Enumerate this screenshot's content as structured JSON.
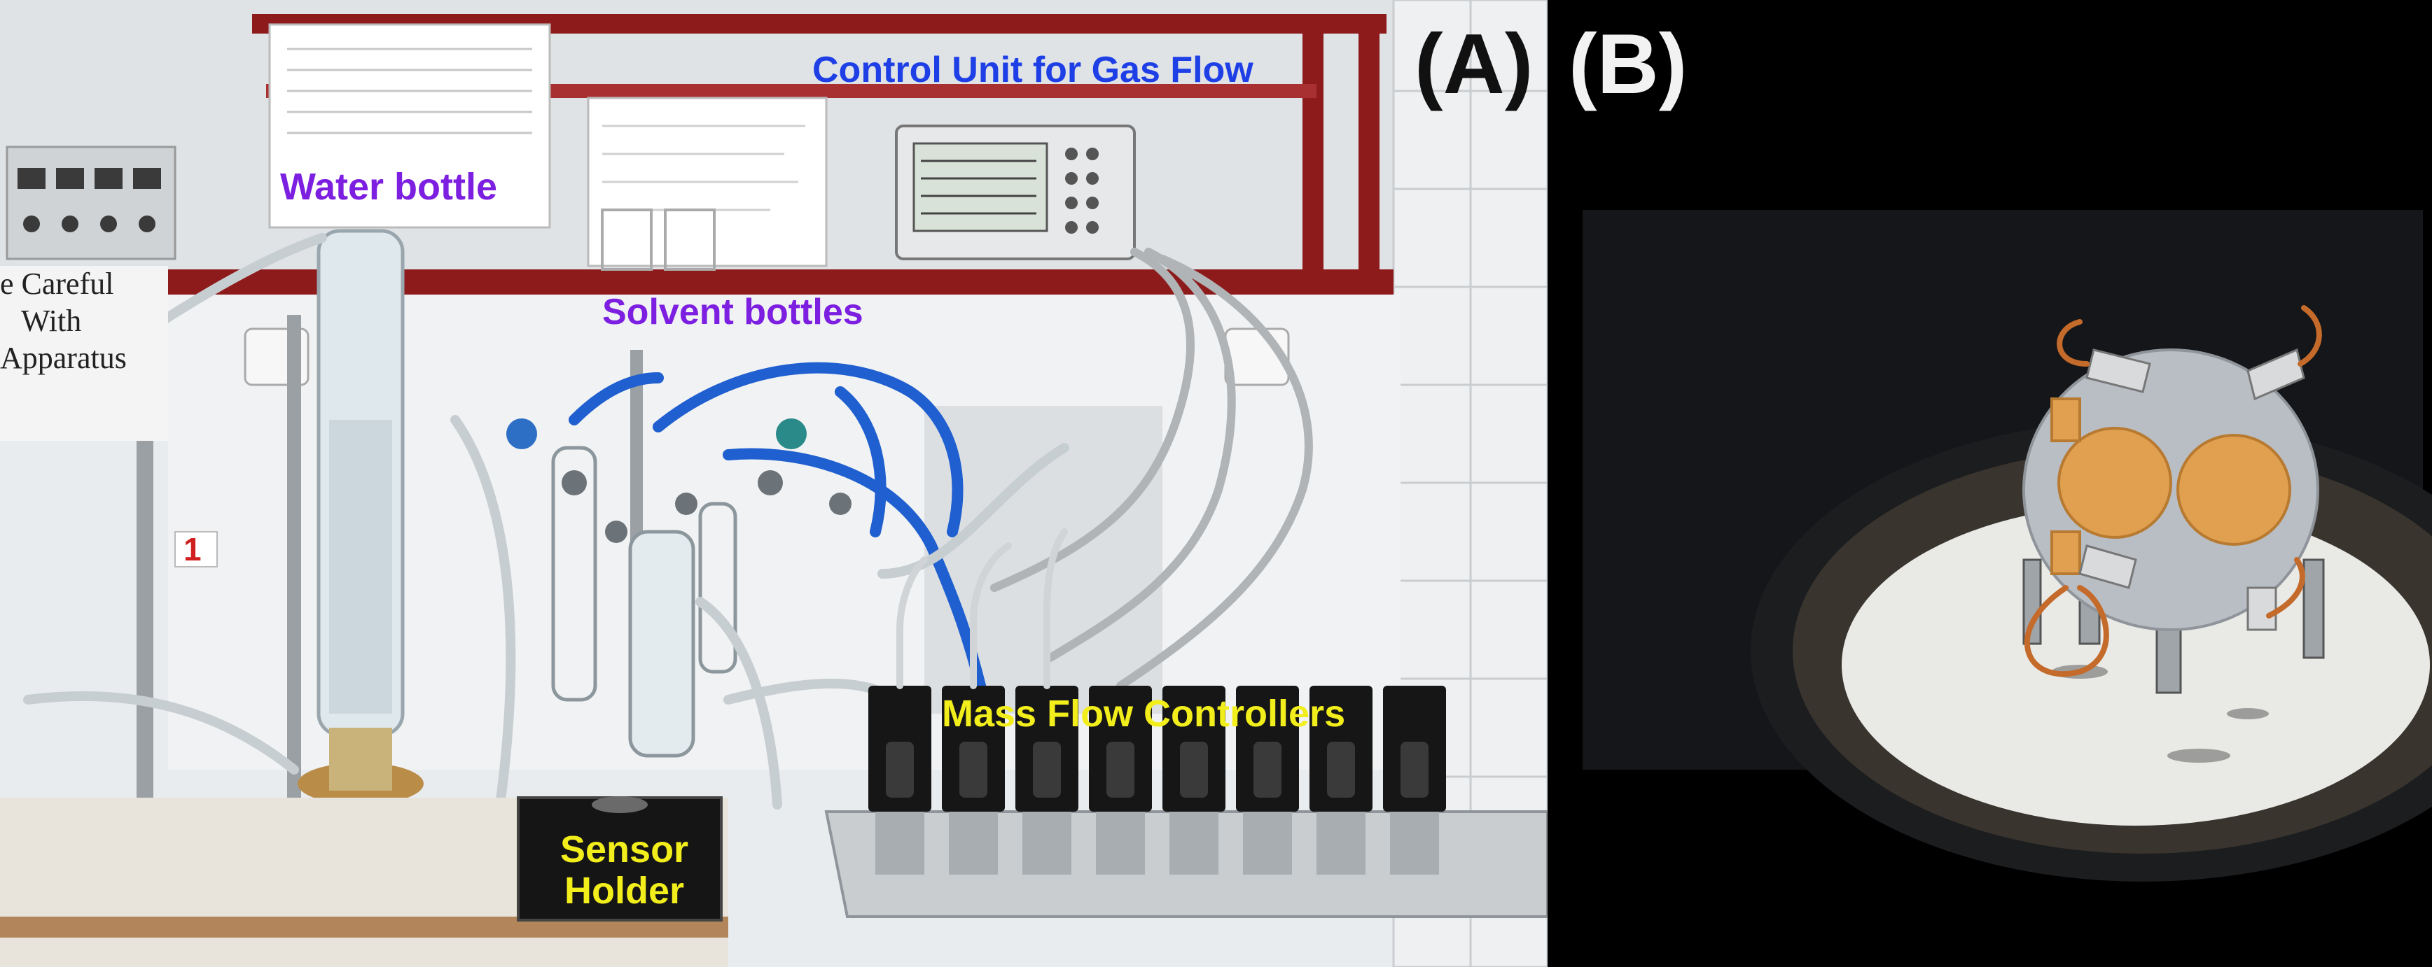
{
  "panels": [
    {
      "id": "A",
      "letter": "(A)",
      "labels": {
        "water_bottle": "Water bottle",
        "control_unit": "Control Unit for Gas Flow",
        "solvent_bottles": "Solvent bottles",
        "mass_flow_controllers": "Mass Flow Controllers",
        "sensor_holder_line1": "Sensor",
        "sensor_holder_line2": "Holder"
      },
      "background_sign": [
        "e Careful",
        "With",
        "Apparatus"
      ],
      "tag_number": "1"
    },
    {
      "id": "B",
      "letter": "(B)"
    }
  ],
  "colors": {
    "label_purple": "#7c1fe0",
    "label_blue": "#1e3fe6",
    "label_yellow": "#f2ee1c",
    "shelf_red": "#8e1b1b",
    "tubing_blue": "#1f5fd0",
    "gold_electrode": "#e0a050"
  }
}
